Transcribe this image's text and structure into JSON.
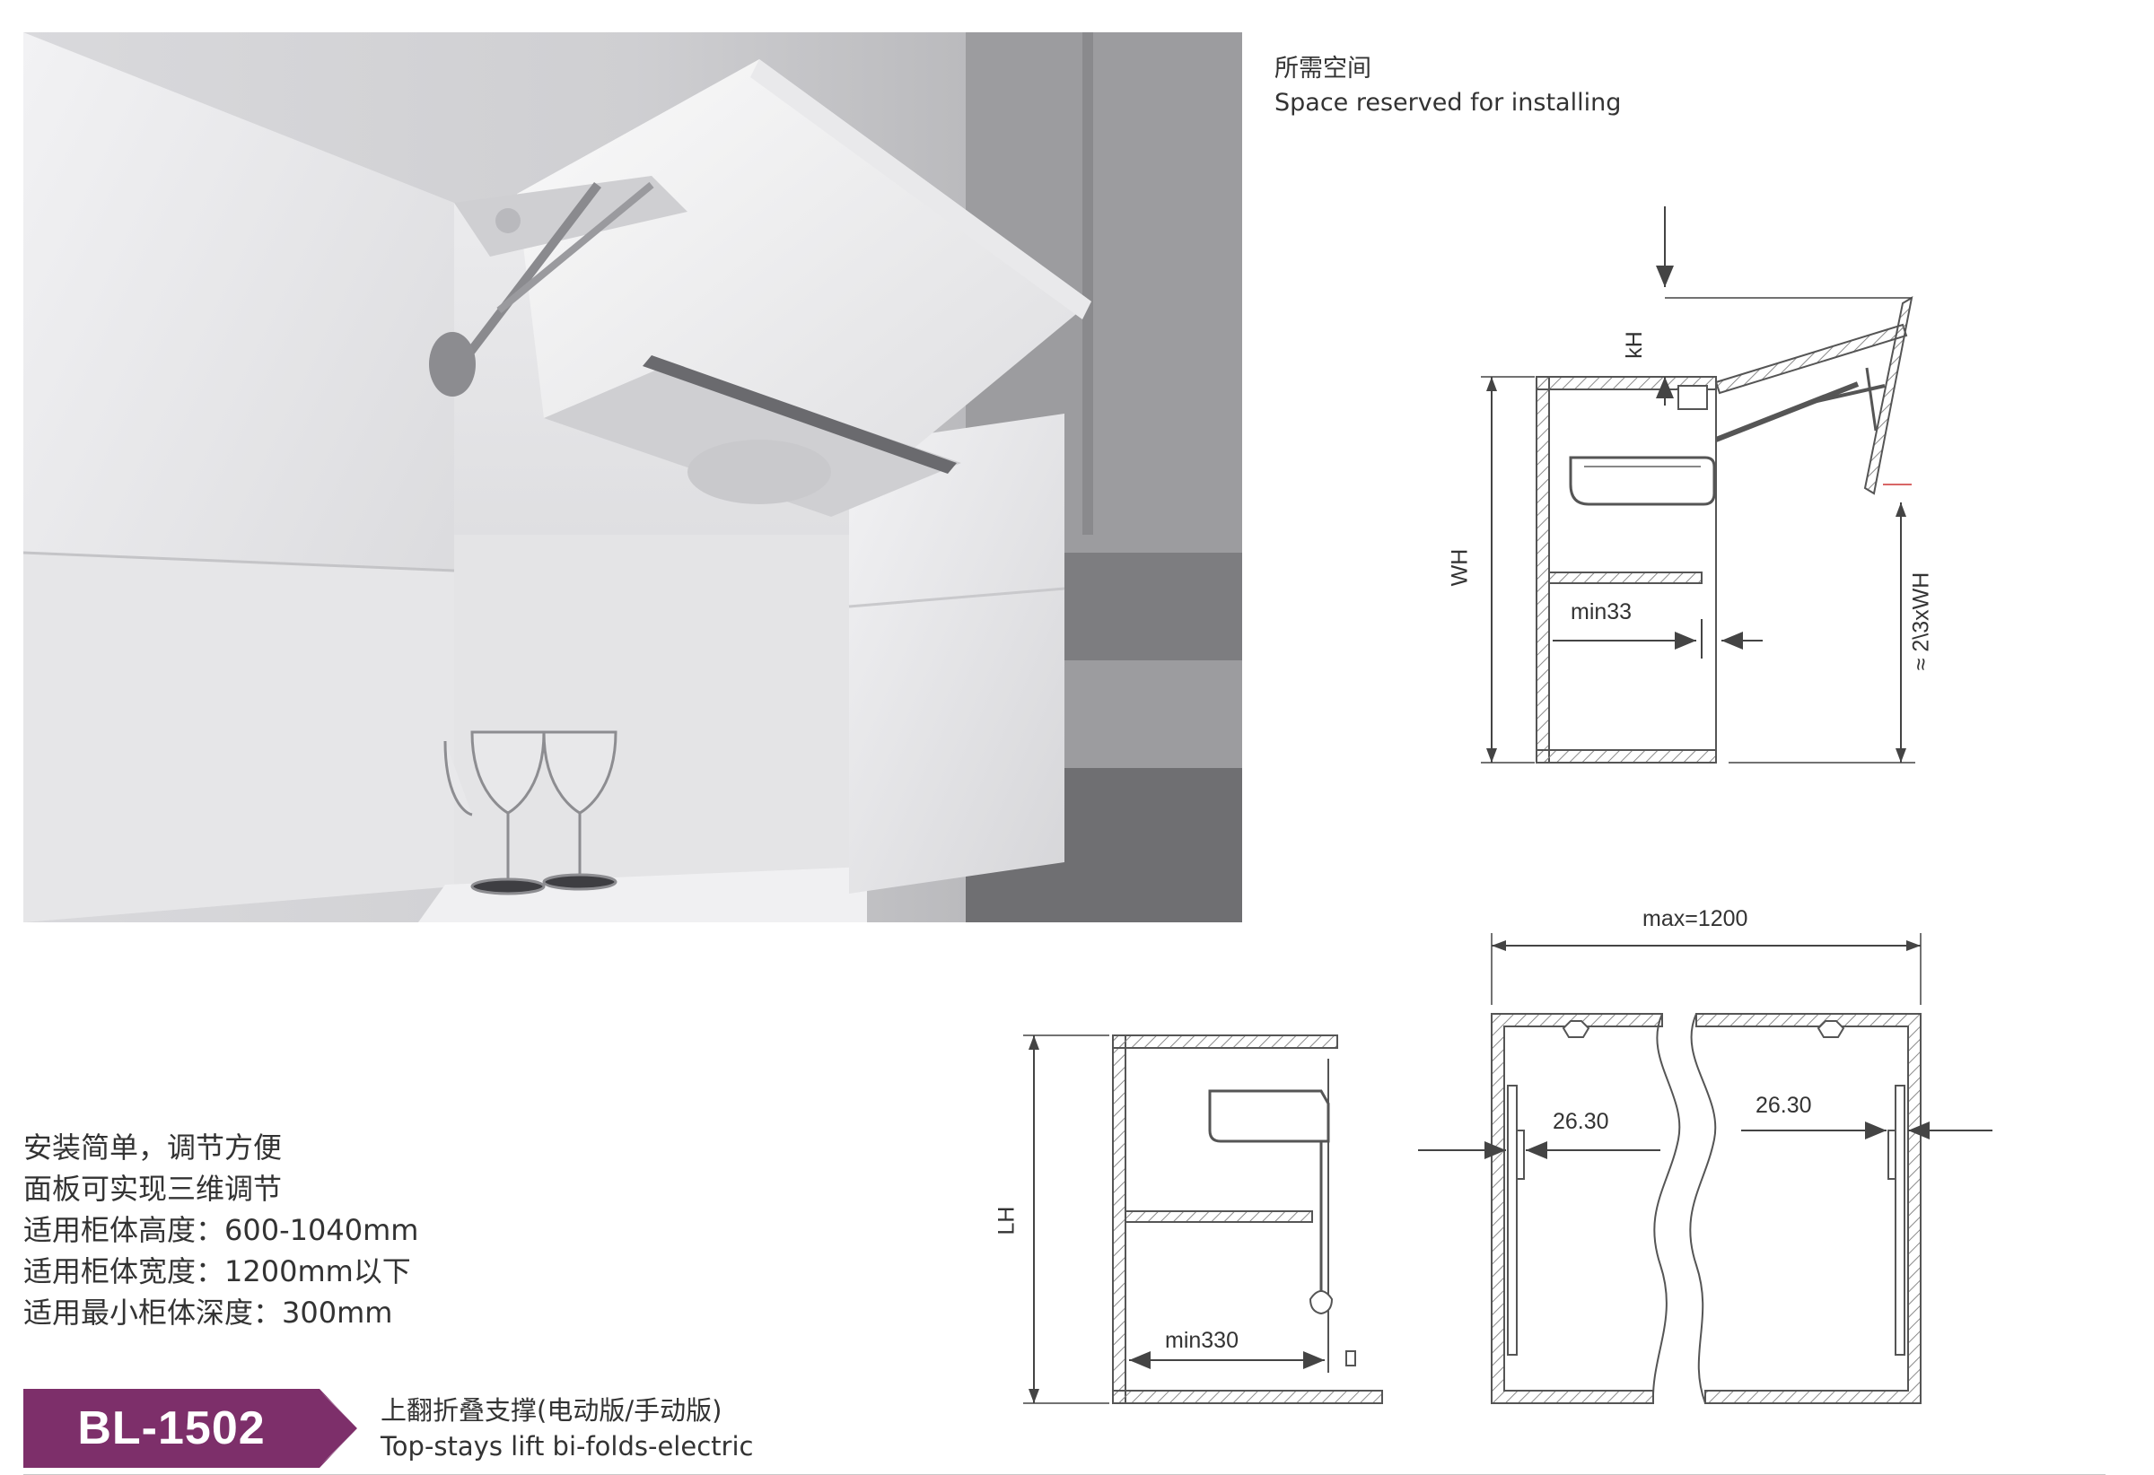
{
  "space": {
    "title_cn": "所需空间",
    "title_en": "Space reserved for installing"
  },
  "diagram_side": {
    "kh_label": "kH",
    "wh_label": "WH",
    "min33_label": "min33",
    "ratio_label": "≈ 2\\3xWH"
  },
  "diagram_lh": {
    "lh_label": "LH",
    "min330_label": "min330"
  },
  "diagram_front": {
    "max_label": "max=1200",
    "left_offset_label": "26.30",
    "right_offset_label": "26.30"
  },
  "specs": [
    "安装简单，调节方便",
    "面板可实现三维调节",
    "适用柜体高度：600-1040mm",
    "适用柜体宽度：1200mm以下",
    "适用最小柜体深度：300mm"
  ],
  "product": {
    "code": "BL-1502",
    "title_cn": "上翻折叠支撑(电动版/手动版)",
    "title_en": "Top-stays lift bi-folds-electric"
  },
  "colors": {
    "badge": "#7d2f6a",
    "line": "#555555",
    "hatch": "#8a8a8a"
  }
}
